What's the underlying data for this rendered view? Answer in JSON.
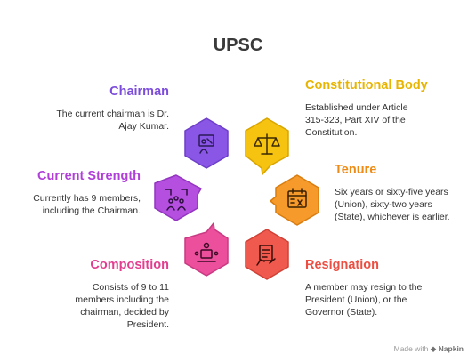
{
  "title": "UPSC",
  "sections": {
    "chairman": {
      "heading": "Chairman",
      "text": "The current chairman is Dr. Ajay Kumar.",
      "color": "#7c4ddb",
      "fill": "#8a56e6",
      "icon": "presenter-icon"
    },
    "constitutional": {
      "heading": "Constitutional Body",
      "text": "Established under Article 315-323, Part XIV of the Constitution.",
      "color": "#e8b400",
      "fill": "#f7c311",
      "icon": "scales-icon"
    },
    "strength": {
      "heading": "Current Strength",
      "text": "Currently has 9 members, including the Chairman.",
      "color": "#b03fd9",
      "fill": "#b44fe0",
      "icon": "group-icon"
    },
    "tenure": {
      "heading": "Tenure",
      "text": "Six years or sixty-five years (Union), sixty-two years (State), whichever is earlier.",
      "color": "#ee8b14",
      "fill": "#f59a2b",
      "icon": "calendar-icon"
    },
    "composition": {
      "heading": "Composition",
      "text": "Consists of 9 to 11 members including the chairman, decided by President.",
      "color": "#e23d8f",
      "fill": "#ec4f9c",
      "icon": "meeting-icon"
    },
    "resignation": {
      "heading": "Resignation",
      "text": "A member may resign to the President (Union), or the Governor (State).",
      "color": "#ec4f42",
      "fill": "#f05a4e",
      "icon": "document-hand-icon"
    }
  },
  "footer": {
    "prefix": "Made with",
    "brand": "Napkin"
  }
}
